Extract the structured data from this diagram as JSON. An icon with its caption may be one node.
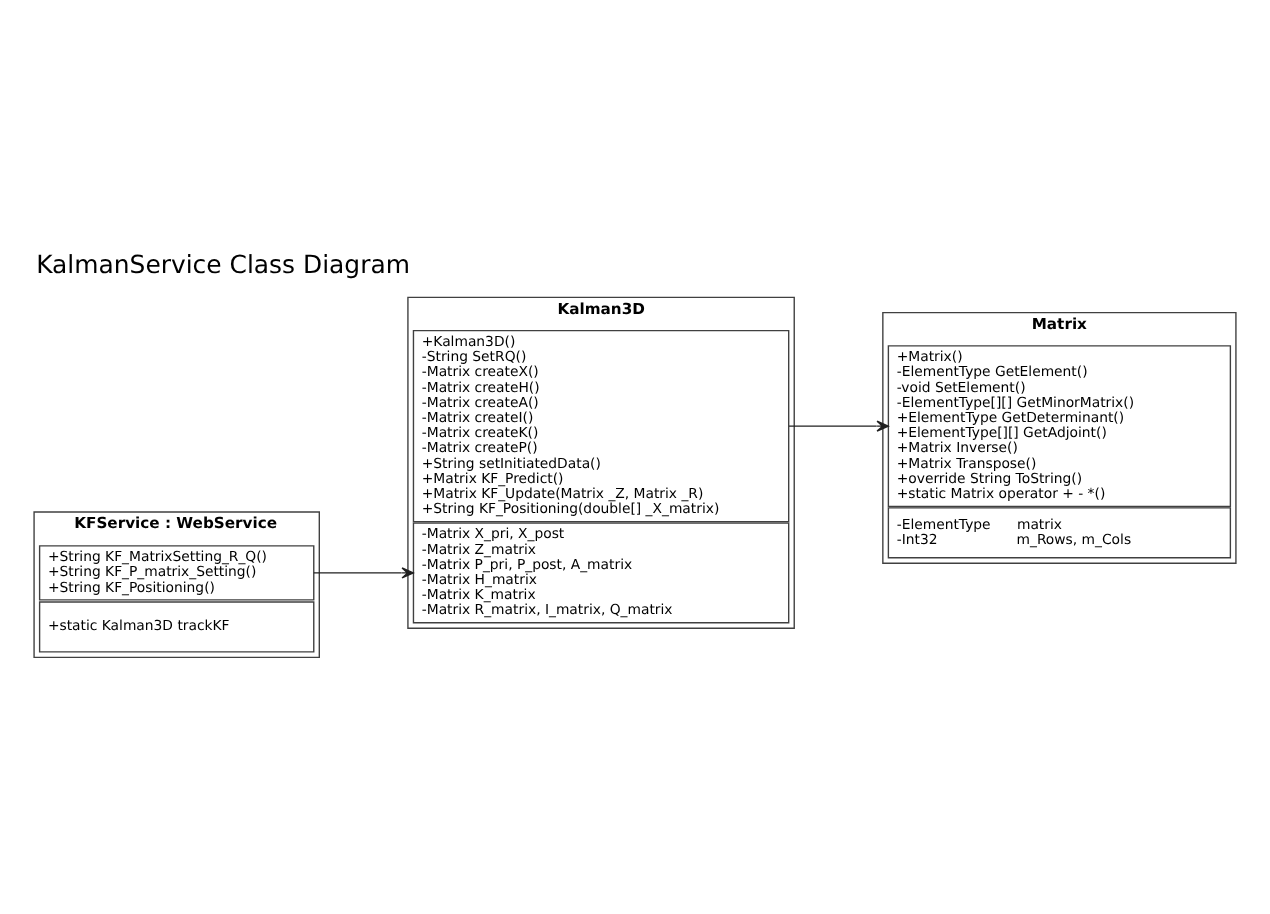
{
  "diagram": {
    "title": "KalmanService Class Diagram",
    "nodes": [
      {
        "text": [
          "Kalman3D"
        ]
      },
      {
        "text": [
          "-Matrix X_pri, X_post",
          "-Matrix Z_matrix",
          "-Matrix P_pri, P_post, A_matrix",
          "-Matrix H_matrix",
          "-Matrix K_matrix",
          "-Matrix R_matrix, I_matrix, Q_matrix"
        ],
        "in": 0
      },
      {
        "text": [
          "+Kalman3D()",
          "-String SetRQ()",
          "-Matrix createX()",
          "-Matrix createH()",
          "-Matrix createA()",
          "-Matrix createI()",
          "-Matrix createK()",
          "-Matrix createP()",
          "+String setInitiatedData()",
          "+Matrix KF_Predict()",
          "+Matrix KF_Update(Matrix _Z, Matrix _R)",
          "+String KF_Positioning(double[] _X_matrix)"
        ],
        "in": 0
      },
      {
        "text": [
          "KFService : WebService"
        ]
      },
      {
        "text": [
          "+static Kalman3D trackKF"
        ],
        "in": 3
      },
      {
        "text": [
          "+String KF_MatrixSetting_R_Q()",
          "+String KF_P_matrix_Setting()",
          "+String KF_Positioning()"
        ],
        "in": 3
      },
      {
        "text": [
          "Matrix"
        ]
      },
      {
        "text": [
          "-ElementType      matrix",
          "-Int32                  m_Rows, m_Cols"
        ],
        "in": 6
      },
      {
        "text": [
          "+Matrix()",
          "-ElementType GetElement()",
          "-void SetElement()",
          "-ElementType[][] GetMinorMatrix()",
          "+ElementType GetDeterminant()",
          "+ElementType[][] GetAdjoint()",
          "+Matrix Inverse()",
          "+Matrix Transpose()",
          "+override String ToString()",
          "+static Matrix operator + - *()"
        ],
        "in": 6
      }
    ],
    "edges": [
      {
        "from": 5,
        "to": 1,
        "arrow": "to"
      },
      {
        "from": 2,
        "to": 8,
        "arrow": "to"
      }
    ]
  }
}
